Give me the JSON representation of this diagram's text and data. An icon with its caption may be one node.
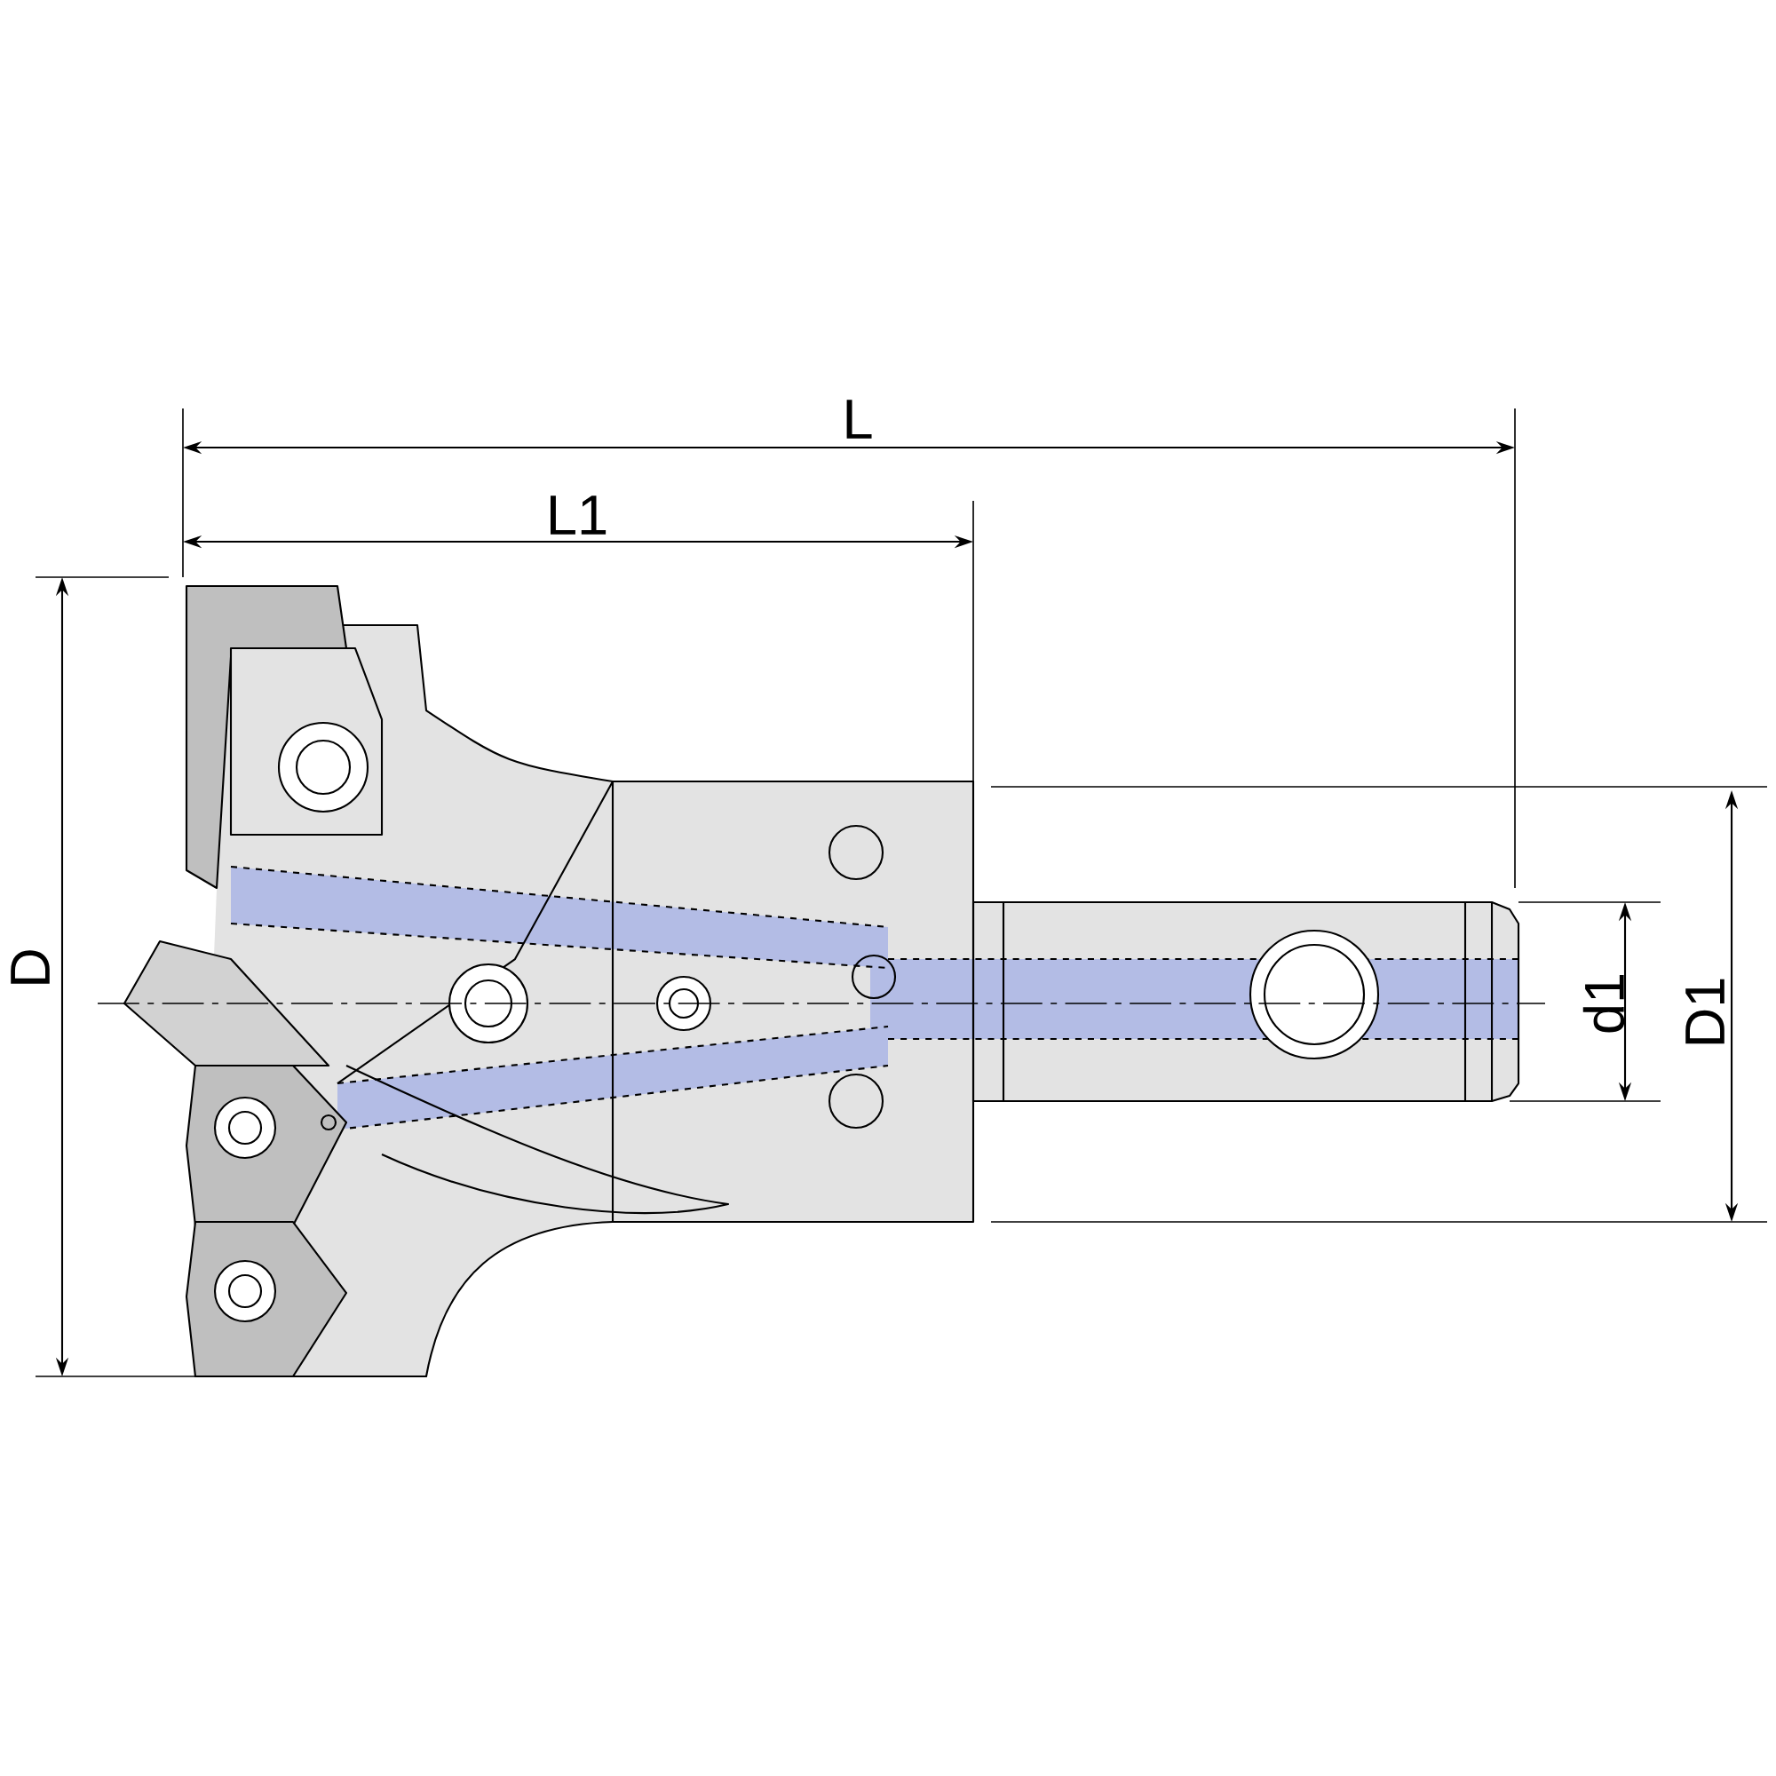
{
  "diagram": {
    "labels": [
      "L",
      "L1",
      "D",
      "D1",
      "d1"
    ]
  }
}
